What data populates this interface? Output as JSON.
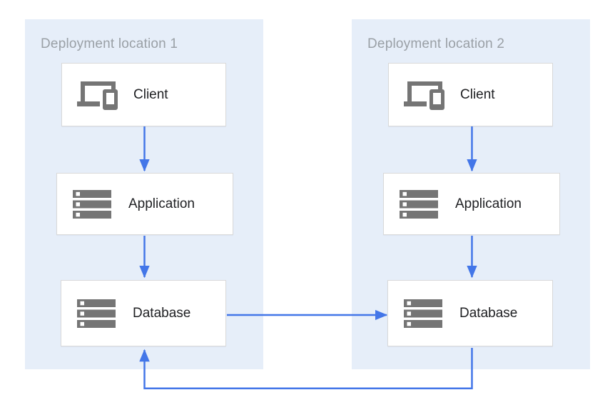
{
  "diagram": {
    "groups": [
      {
        "label": "Deployment location 1",
        "nodes": [
          {
            "id": "client-1",
            "label": "Client",
            "icon": "devices-icon"
          },
          {
            "id": "application-1",
            "label": "Application",
            "icon": "server-stack-icon"
          },
          {
            "id": "database-1",
            "label": "Database",
            "icon": "server-stack-icon"
          }
        ]
      },
      {
        "label": "Deployment location 2",
        "nodes": [
          {
            "id": "client-2",
            "label": "Client",
            "icon": "devices-icon"
          },
          {
            "id": "application-2",
            "label": "Application",
            "icon": "server-stack-icon"
          },
          {
            "id": "database-2",
            "label": "Database",
            "icon": "server-stack-icon"
          }
        ]
      }
    ],
    "edges": [
      {
        "from": "client-1",
        "to": "application-1",
        "direction": "down"
      },
      {
        "from": "application-1",
        "to": "database-1",
        "direction": "down"
      },
      {
        "from": "client-2",
        "to": "application-2",
        "direction": "down"
      },
      {
        "from": "application-2",
        "to": "database-2",
        "direction": "down"
      },
      {
        "from": "database-1",
        "to": "database-2",
        "direction": "right"
      },
      {
        "from": "database-2",
        "to": "database-1",
        "direction": "loop-bottom"
      }
    ],
    "colors": {
      "arrow": "#4376E8",
      "group_bg": "#E6EEF9",
      "box_border": "#D9D9D9",
      "icon": "#757575",
      "group_title": "#9AA0A6",
      "label": "#202124"
    }
  }
}
